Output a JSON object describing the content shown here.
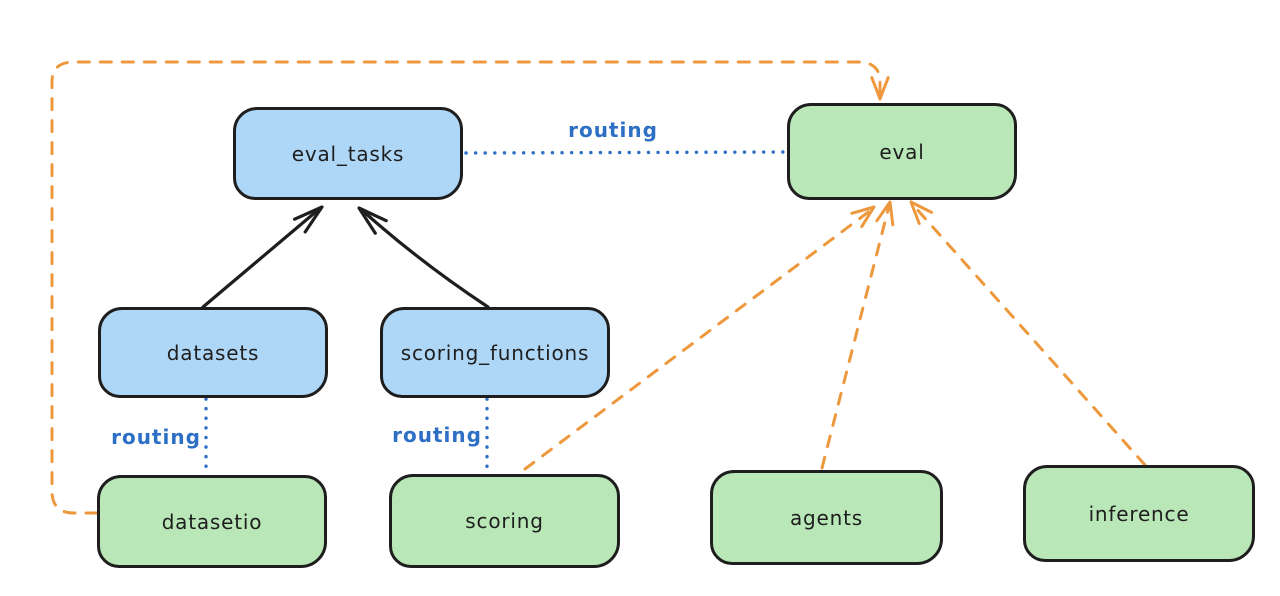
{
  "diagram": {
    "kind": "architecture-diagram",
    "description": "hand-drawn style diagram of eval APIs and routing"
  },
  "colors": {
    "background": "#ffffff",
    "node_border": "#1e1e1e",
    "node_label": "#1e1e1e",
    "blue_fill": "#aed6f6",
    "green_fill": "#b9e7b7",
    "routing_blue": "#2d6fc4",
    "dependency_orange": "#ed983c",
    "arrow_black": "#1e1e1e"
  },
  "nodes": [
    {
      "id": "eval_tasks",
      "label": "eval_tasks",
      "kind": "blue"
    },
    {
      "id": "eval",
      "label": "eval",
      "kind": "green"
    },
    {
      "id": "datasets",
      "label": "datasets",
      "kind": "blue"
    },
    {
      "id": "scoring_functions",
      "label": "scoring_functions",
      "kind": "blue"
    },
    {
      "id": "datasetio",
      "label": "datasetio",
      "kind": "green"
    },
    {
      "id": "scoring",
      "label": "scoring",
      "kind": "green"
    },
    {
      "id": "agents",
      "label": "agents",
      "kind": "green"
    },
    {
      "id": "inference",
      "label": "inference",
      "kind": "green"
    }
  ],
  "edges": [
    {
      "from": "datasets",
      "to": "eval_tasks",
      "style": "solid_arrow",
      "color": "black",
      "label": ""
    },
    {
      "from": "scoring_functions",
      "to": "eval_tasks",
      "style": "solid_arrow",
      "color": "black",
      "label": ""
    },
    {
      "from": "eval_tasks",
      "to": "eval",
      "style": "dotted",
      "color": "blue",
      "label": "routing"
    },
    {
      "from": "datasets",
      "to": "datasetio",
      "style": "dotted",
      "color": "blue",
      "label": "routing"
    },
    {
      "from": "scoring_functions",
      "to": "scoring",
      "style": "dotted",
      "color": "blue",
      "label": "routing"
    },
    {
      "from": "datasetio",
      "to": "eval",
      "style": "dashed_arrow",
      "color": "orange",
      "label": ""
    },
    {
      "from": "scoring",
      "to": "eval",
      "style": "dashed_arrow",
      "color": "orange",
      "label": ""
    },
    {
      "from": "agents",
      "to": "eval",
      "style": "dashed_arrow",
      "color": "orange",
      "label": ""
    },
    {
      "from": "inference",
      "to": "eval",
      "style": "dashed_arrow",
      "color": "orange",
      "label": ""
    }
  ]
}
